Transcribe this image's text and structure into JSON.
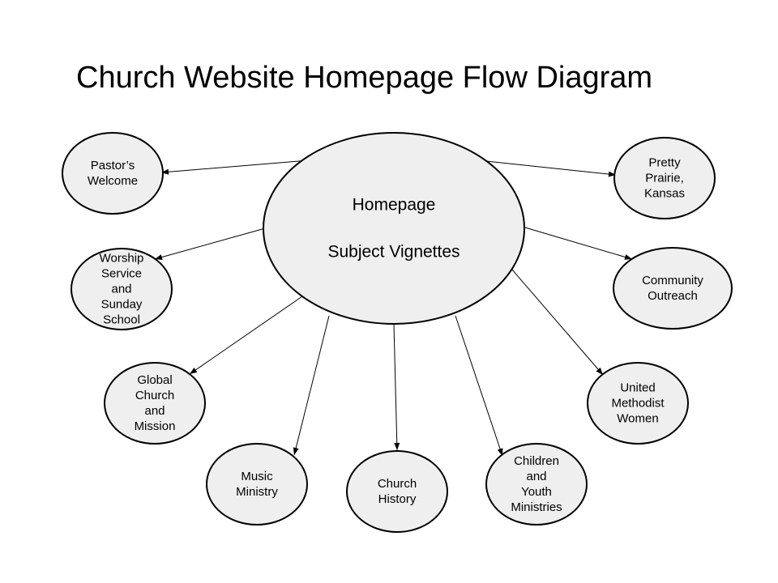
{
  "title": "Church Website Homepage Flow Diagram",
  "hub": {
    "lines": [
      "Homepage",
      "Subject Vignettes"
    ]
  },
  "nodes": [
    {
      "id": "pastors-welcome",
      "lines": [
        "Pastor’s",
        "Welcome"
      ]
    },
    {
      "id": "pretty-prairie-kansas",
      "lines": [
        "Pretty",
        "Prairie,",
        "Kansas"
      ]
    },
    {
      "id": "worship-service-sunday-school",
      "lines": [
        "Worship",
        "Service",
        "and",
        "Sunday",
        "School"
      ]
    },
    {
      "id": "community-outreach",
      "lines": [
        "Community",
        "Outreach"
      ]
    },
    {
      "id": "global-church-mission",
      "lines": [
        "Global",
        "Church",
        "and",
        "Mission"
      ]
    },
    {
      "id": "united-methodist-women",
      "lines": [
        "United",
        "Methodist",
        "Women"
      ]
    },
    {
      "id": "music-ministry",
      "lines": [
        "Music",
        "Ministry"
      ]
    },
    {
      "id": "church-history",
      "lines": [
        "Church",
        "History"
      ]
    },
    {
      "id": "children-youth-ministries",
      "lines": [
        "Children",
        "and",
        "Youth",
        "Ministries"
      ]
    }
  ],
  "edges": [
    {
      "from": "hub",
      "to": "pastors-welcome"
    },
    {
      "from": "hub",
      "to": "pretty-prairie-kansas"
    },
    {
      "from": "hub",
      "to": "worship-service-sunday-school"
    },
    {
      "from": "hub",
      "to": "community-outreach"
    },
    {
      "from": "hub",
      "to": "global-church-mission"
    },
    {
      "from": "hub",
      "to": "united-methodist-women"
    },
    {
      "from": "hub",
      "to": "music-ministry"
    },
    {
      "from": "hub",
      "to": "church-history"
    },
    {
      "from": "hub",
      "to": "children-youth-ministries"
    }
  ],
  "colors": {
    "node_fill": "#efefef",
    "stroke": "#000000"
  }
}
